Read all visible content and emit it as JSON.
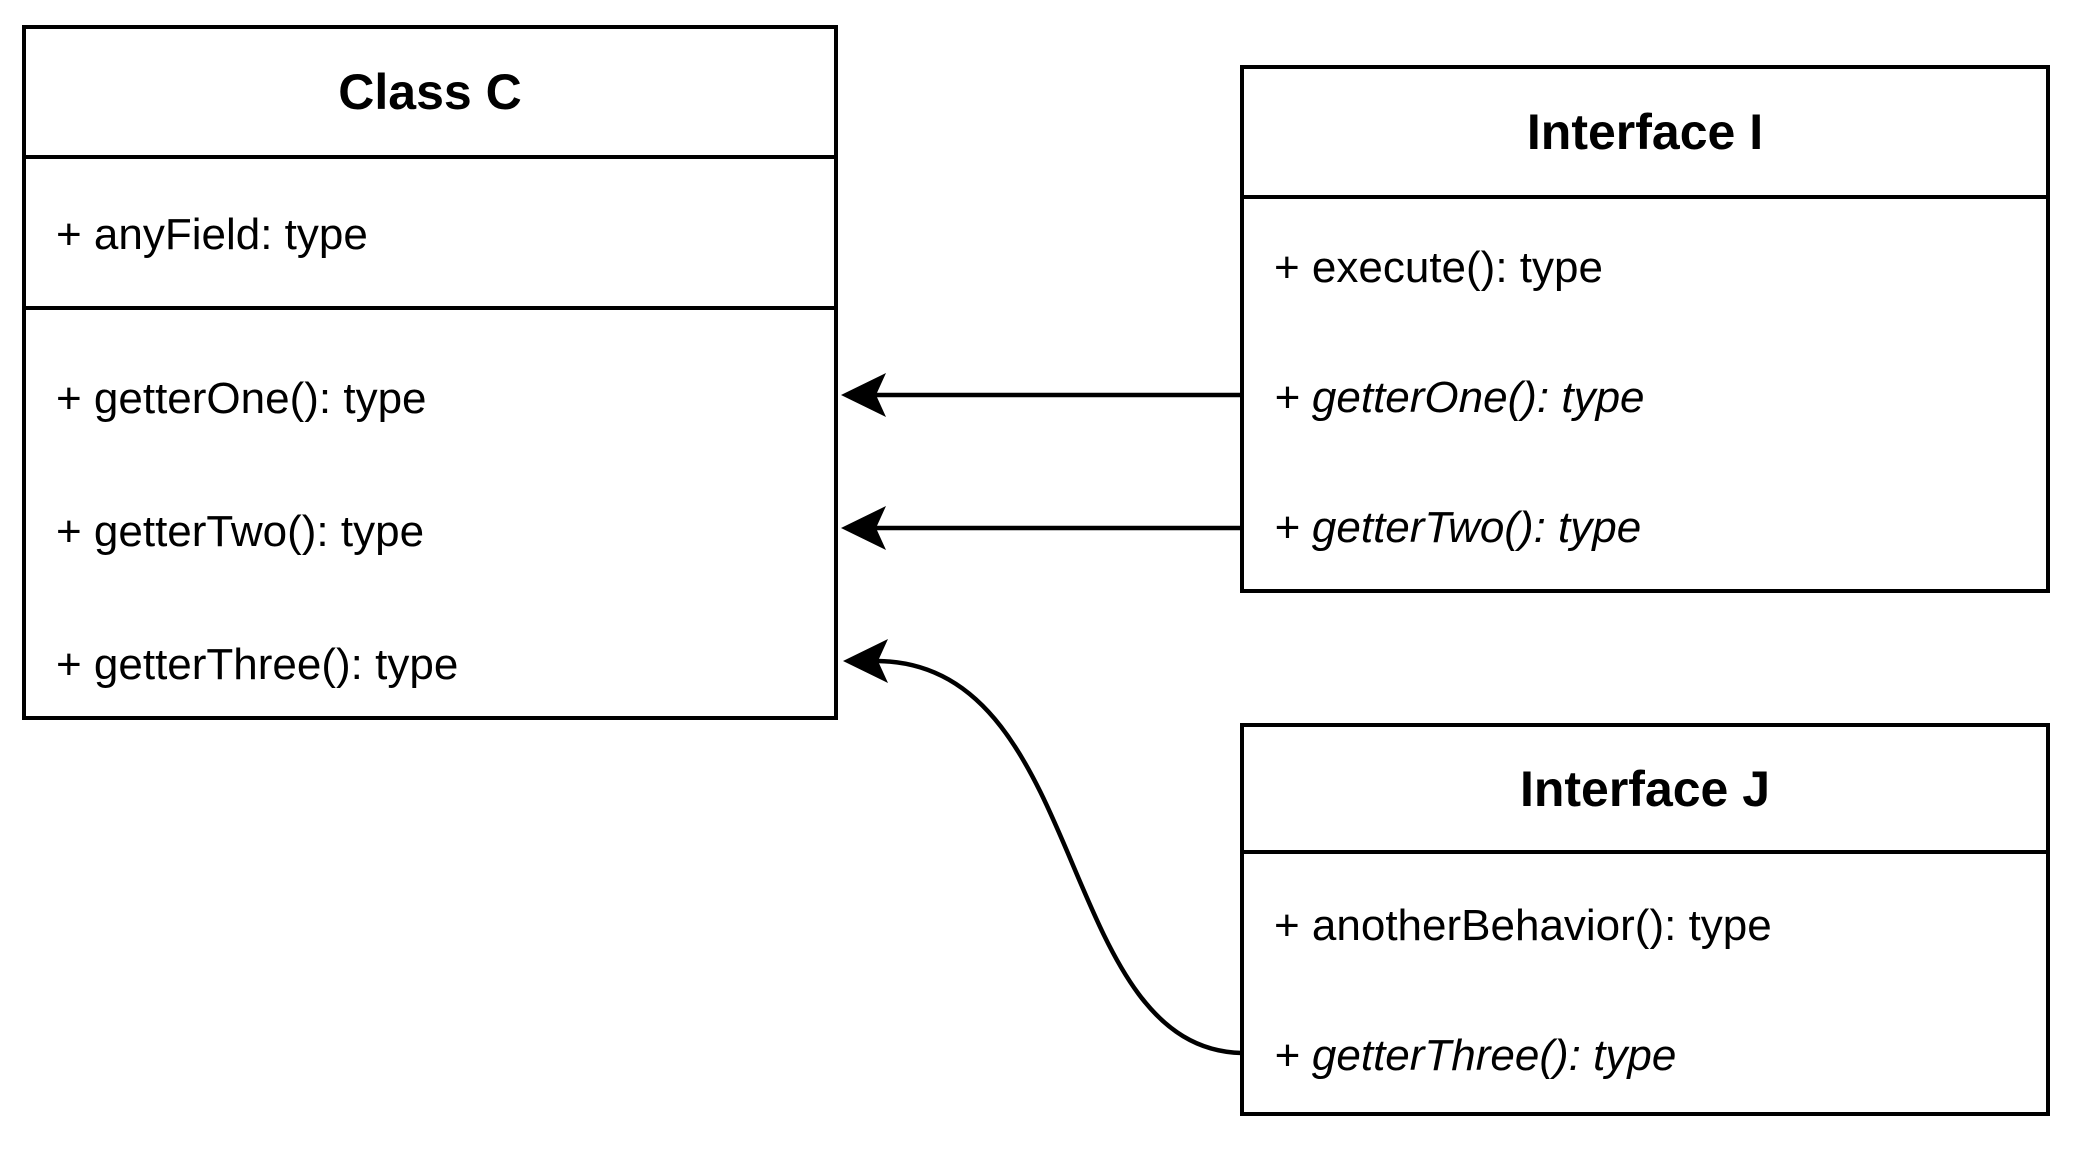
{
  "diagram": {
    "type": "uml-class-diagram",
    "colors": {
      "background": "#ffffff",
      "stroke": "#000000",
      "text": "#000000"
    },
    "classes": {
      "classC": {
        "title": "Class C",
        "fields": [
          "+ anyField: type"
        ],
        "methods": [
          "+ getterOne(): type",
          "+ getterTwo(): type",
          "+ getterThree(): type"
        ]
      },
      "interfaceI": {
        "title": "Interface I",
        "methods": [
          "+ execute(): type",
          "+ getterOne(): type",
          "+ getterTwo(): type"
        ]
      },
      "interfaceJ": {
        "title": "Interface J",
        "methods": [
          "+ anotherBehavior(): type",
          "+ getterThree(): type"
        ]
      }
    },
    "relations": [
      {
        "from": "Interface I :: getterOne()",
        "to": "Class C :: getterOne()",
        "style": "solid-arrow"
      },
      {
        "from": "Interface I :: getterTwo()",
        "to": "Class C :: getterTwo()",
        "style": "solid-arrow"
      },
      {
        "from": "Interface J :: getterThree()",
        "to": "Class C :: getterThree()",
        "style": "solid-curved-arrow"
      }
    ]
  }
}
